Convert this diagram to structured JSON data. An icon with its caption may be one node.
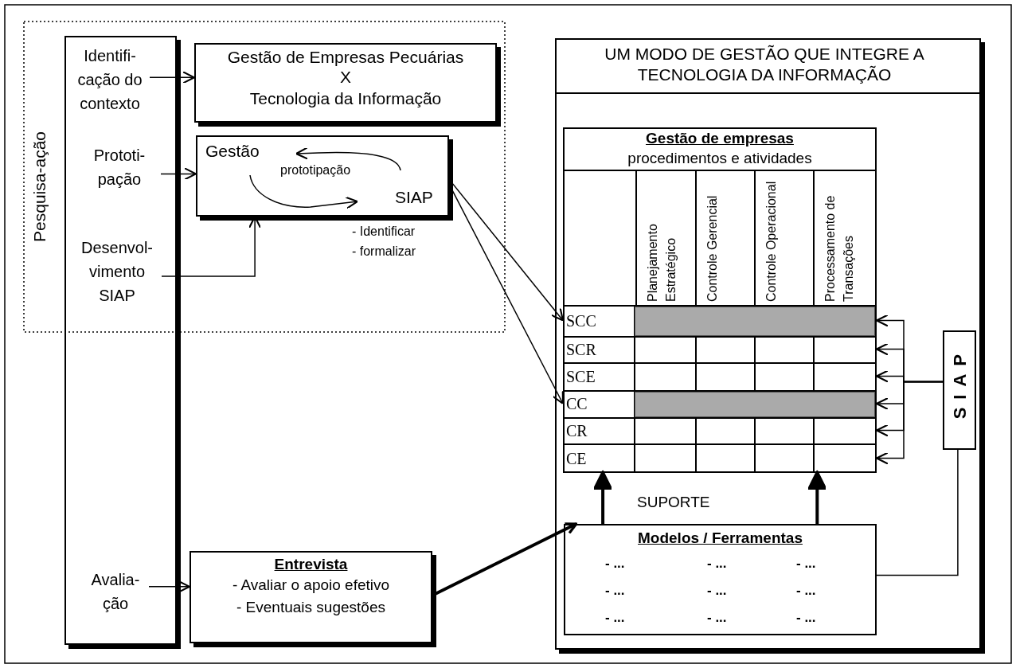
{
  "diagram": {
    "nodes": [
      {
        "text": [],
        "shape": "box"
      },
      {
        "text": [
          "Identifi- cação do contexto"
        ],
        "in": 0
      },
      {
        "text": [
          "Prototi- pação"
        ],
        "in": 0
      },
      {
        "text": [
          "Desenvol- vimento SIAP"
        ],
        "in": 0
      },
      {
        "text": [
          "Avalia- ção"
        ],
        "in": 0
      },
      {
        "text": [
          "Gestão de Empresas Pecuárias",
          "X",
          "Tecnologia da Informação"
        ]
      },
      {
        "text": [
          "Gestão",
          "prototipação",
          "SIAP"
        ],
        "beside": [
          "- Identificar",
          "- formalizar"
        ]
      },
      {
        "text": [
          "Entrevista",
          "- Avaliar o apoio efetivo",
          "- Eventuais sugestões"
        ]
      },
      {
        "text": [
          "UM MODO DE GESTÃO QUE INTEGRE A TECNOLOGIA DA INFORMAÇÃO"
        ]
      },
      {
        "text": [
          "Gestão de empresas",
          "procedimentos e atividades"
        ],
        "in": 8
      },
      {
        "text": [
          "SCC"
        ],
        "in": 9
      },
      {
        "text": [
          "SCR"
        ],
        "in": 9
      },
      {
        "text": [
          "SCE"
        ],
        "in": 9
      },
      {
        "text": [
          "CC"
        ],
        "in": 9
      },
      {
        "text": [
          "CR"
        ],
        "in": 9
      },
      {
        "text": [
          "CE"
        ],
        "in": 9
      },
      {
        "text": [
          "Modelos / Ferramentas",
          "- ...",
          "- ...",
          "- ...",
          "- ...",
          "- ...",
          "- ...",
          "- ...",
          "- ...",
          "- ..."
        ],
        "in": 8
      },
      {
        "text": [
          "SIAP"
        ],
        "in": 8
      }
    ],
    "edges": [
      {
        "from": 1,
        "to": 5,
        "arrow": "to"
      },
      {
        "from": 2,
        "to": 6,
        "arrow": "to"
      },
      {
        "from": 3,
        "to": 6,
        "arrow": "to"
      },
      {
        "from": 4,
        "to": 7,
        "arrow": "to"
      },
      {
        "from": 6,
        "to": 10,
        "arrow": "to"
      },
      {
        "from": 6,
        "to": 13,
        "arrow": "to"
      },
      {
        "from": 7,
        "to": 16,
        "arrow": "to",
        "style": "thick"
      },
      {
        "from": 16,
        "to": 9,
        "arrow": "to",
        "style": "thick"
      },
      {
        "from": 16,
        "to": 9,
        "arrow": "to",
        "style": "thick"
      },
      {
        "from": 16,
        "to": 17,
        "arrow": "none"
      },
      {
        "from": 17,
        "to": 10,
        "arrow": "to"
      },
      {
        "from": 17,
        "to": 11,
        "arrow": "to"
      },
      {
        "from": 17,
        "to": 12,
        "arrow": "to"
      },
      {
        "from": 17,
        "to": 13,
        "arrow": "to"
      },
      {
        "from": 17,
        "to": 14,
        "arrow": "to"
      },
      {
        "from": 17,
        "to": 15,
        "arrow": "to"
      }
    ],
    "labels": [
      "Pesquisa-ação",
      "Planejamento Estratégico",
      "Controle Gerencial",
      "Controle Operacional",
      "Processamento de Transações",
      "SUPORTE"
    ]
  }
}
